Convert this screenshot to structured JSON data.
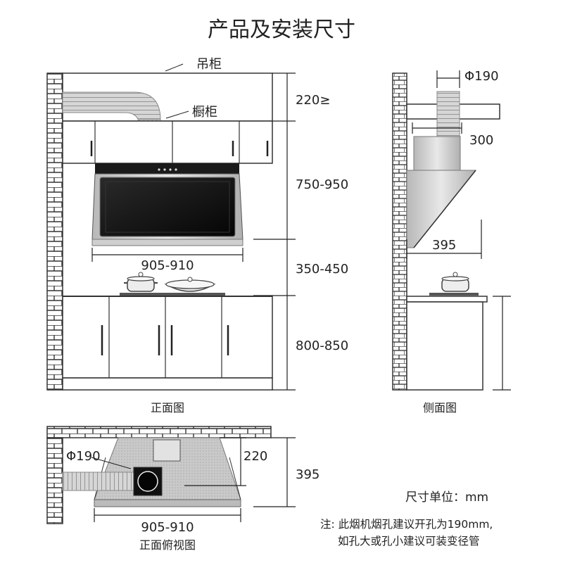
{
  "title": "产品及安装尺寸",
  "labels": {
    "wall_cabinet": "吊柜",
    "cupboard": "橱柜",
    "front_view": "正面图",
    "side_view": "侧面图",
    "top_view": "正面俯视图"
  },
  "dimensions": {
    "cabinet_clearance": "220≥",
    "hood_height": "750-950",
    "hood_to_stove": "350-450",
    "counter_height": "800-850",
    "hood_width": "905-910",
    "duct_diameter_side": "Φ190",
    "duct_offset_side": "300",
    "hood_depth_side": "395",
    "duct_diameter_top": "Φ190",
    "duct_offset_top": "220",
    "hood_depth_top": "395",
    "hood_width_top": "905-910"
  },
  "unit_note": "尺寸单位：mm",
  "note": {
    "line1": "注: 此烟机烟孔建议开孔为190mm,",
    "line2": "如孔大或孔小建议可装变径管"
  },
  "colors": {
    "brick_stroke": "#333333",
    "hood_glass": "#111111",
    "steel": "#cfcfcf",
    "duct": "#bdbdbd"
  }
}
